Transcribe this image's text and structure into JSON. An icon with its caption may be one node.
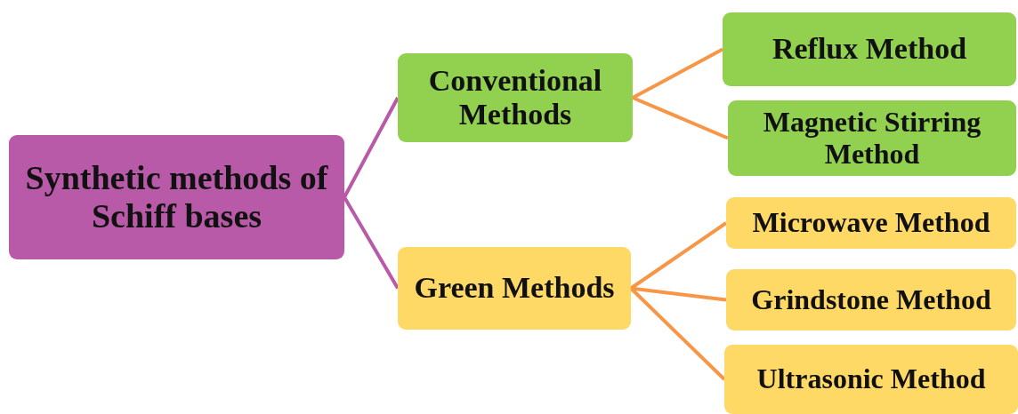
{
  "diagram": {
    "nodes": [
      {
        "text": [
          "Synthetic methods of Schiff bases"
        ]
      },
      {
        "text": [
          "Conventional Methods"
        ]
      },
      {
        "text": [
          "Green Methods"
        ]
      },
      {
        "text": [
          "Reflux Method"
        ]
      },
      {
        "text": [
          "Magnetic Stirring Method"
        ]
      },
      {
        "text": [
          "Microwave Method"
        ]
      },
      {
        "text": [
          "Grindstone Method"
        ]
      },
      {
        "text": [
          "Ultrasonic Method"
        ]
      }
    ],
    "edges": [
      {
        "from": 0,
        "to": 1,
        "arrow": "none",
        "color": "#b85aa8"
      },
      {
        "from": 0,
        "to": 2,
        "arrow": "none",
        "color": "#b85aa8"
      },
      {
        "from": 1,
        "to": 3,
        "arrow": "none"
      },
      {
        "from": 1,
        "to": 4,
        "arrow": "none"
      },
      {
        "from": 2,
        "to": 5,
        "arrow": "none"
      },
      {
        "from": 2,
        "to": 6,
        "arrow": "none"
      },
      {
        "from": 2,
        "to": 7,
        "arrow": "none"
      }
    ]
  }
}
